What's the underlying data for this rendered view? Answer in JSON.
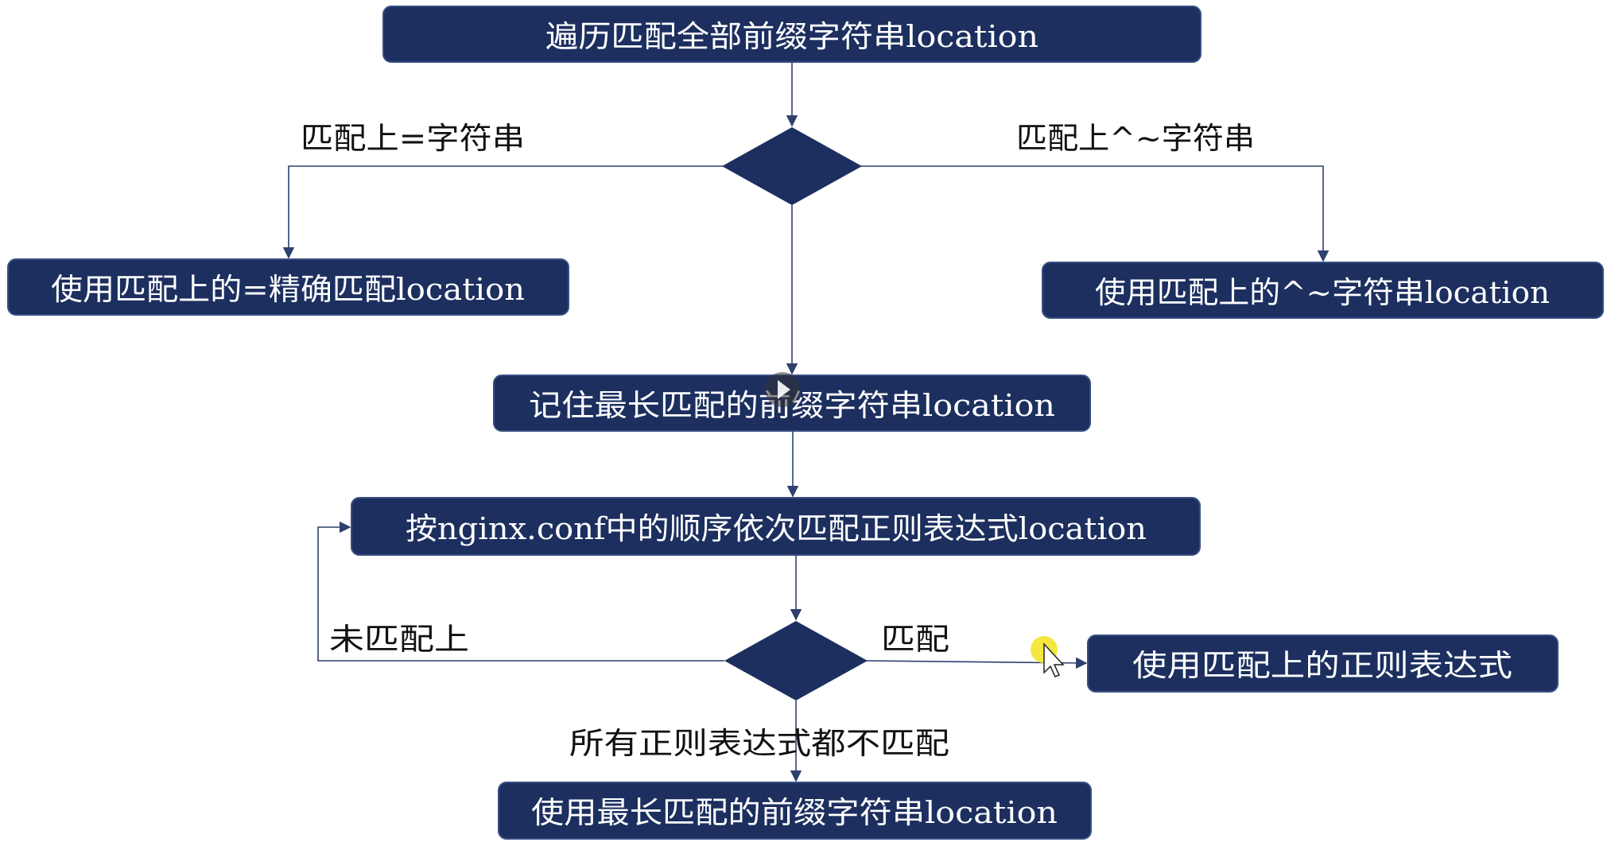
{
  "nodes": {
    "start": "遍历匹配全部前缀字符串location",
    "exact_match": "使用匹配上的=精确匹配location",
    "caret_match": "使用匹配上的^~字符串location",
    "remember_longest": "记住最长匹配的前缀字符串location",
    "regex_in_order": "按nginx.conf中的顺序依次匹配正则表达式location",
    "use_regex": "使用匹配上的正则表达式",
    "use_longest_prefix": "使用最长匹配的前缀字符串location"
  },
  "edge_labels": {
    "eq_match": "匹配上=字符串",
    "caret_match": "匹配上^~字符串",
    "not_matched": "未匹配上",
    "matched": "匹配",
    "none_match": "所有正则表达式都不匹配"
  },
  "colors": {
    "node_fill": "#1c2f5f",
    "connector": "#2f3f6e",
    "text_on_node": "#ffffff",
    "cursor_highlight": "#f3e62b"
  }
}
